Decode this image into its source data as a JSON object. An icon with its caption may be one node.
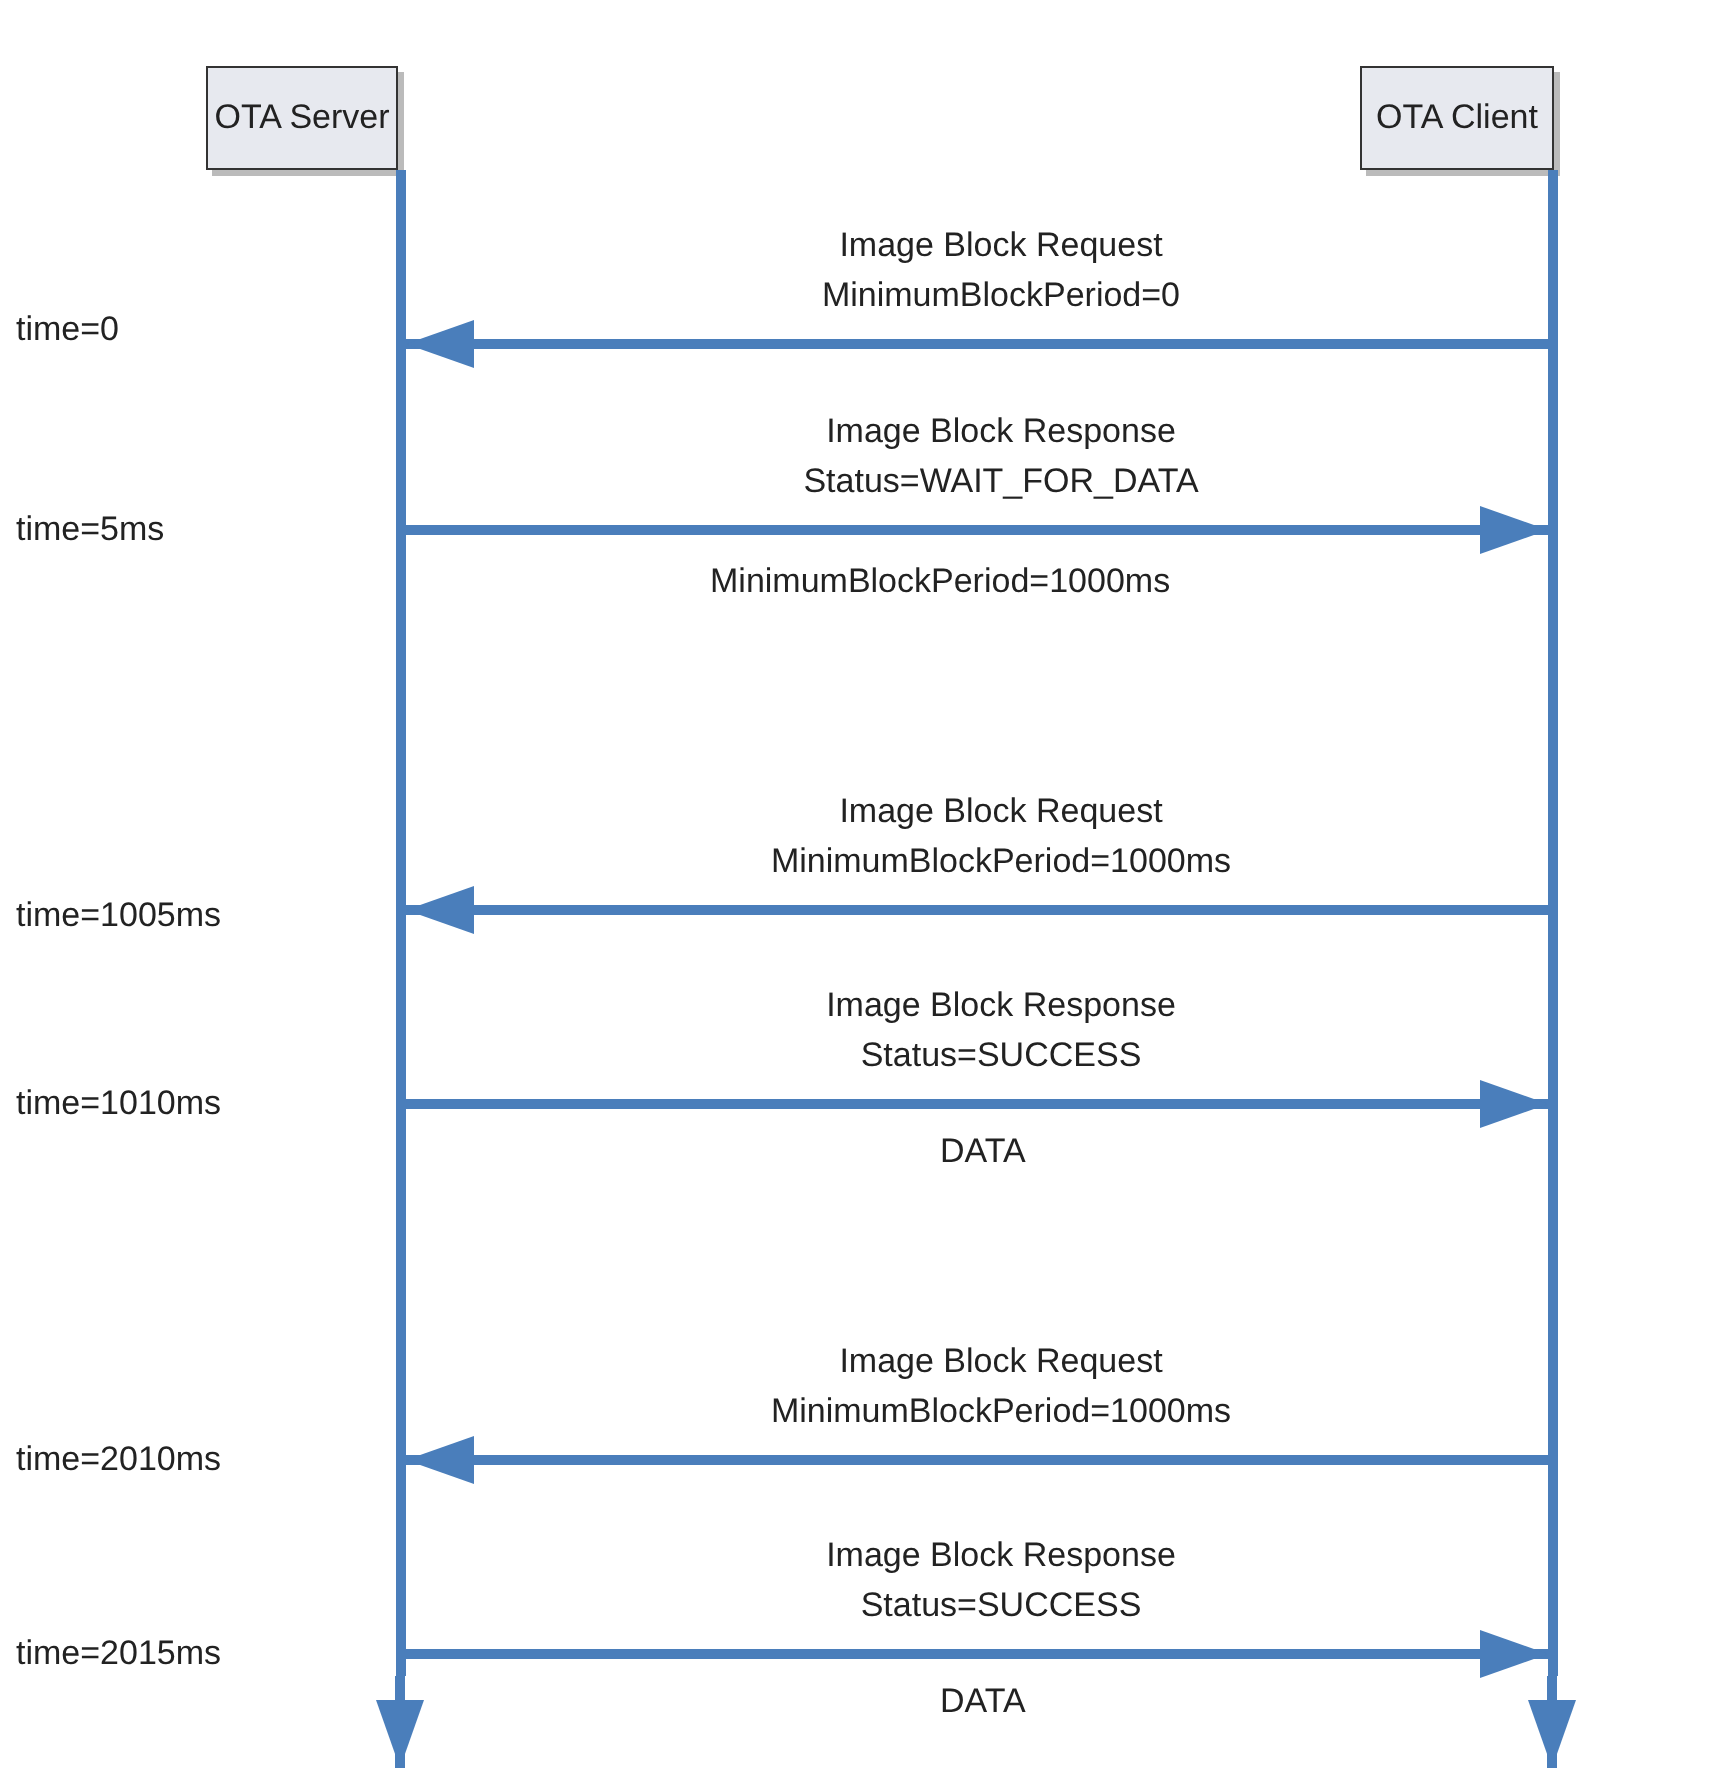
{
  "diagram": {
    "nodes": [
      {
        "text": [
          "OTA Server"
        ]
      },
      {
        "text": [
          "OTA Client"
        ]
      },
      {
        "text": [],
        "shape": "bar"
      },
      {
        "text": [],
        "shape": "bar"
      }
    ],
    "edges": [
      {
        "from": 2,
        "to": null,
        "arrow": "to"
      },
      {
        "from": 3,
        "to": null,
        "arrow": "to"
      },
      {
        "from": 3,
        "to": 2,
        "arrow": "to",
        "label": "Image Block Request MinimumBlockPeriod=0"
      },
      {
        "from": 2,
        "to": 3,
        "arrow": "to",
        "label": "Image Block Response Status=WAIT_FOR_DATA"
      },
      {
        "from": 3,
        "to": 2,
        "arrow": "to",
        "label": "Image Block Request MinimumBlockPeriod=1000ms"
      },
      {
        "from": 2,
        "to": 3,
        "arrow": "to",
        "label": "Image Block Response Status=SUCCESS"
      },
      {
        "from": 3,
        "to": 2,
        "arrow": "to",
        "label": "Image Block Request MinimumBlockPeriod=1000ms"
      },
      {
        "from": 2,
        "to": 3,
        "arrow": "to",
        "label": "Image Block Response Status=SUCCESS"
      }
    ],
    "labels": [
      "time=0",
      "time=5ms",
      "MinimumBlockPeriod=1000ms",
      "time=1005ms",
      "time=1010ms",
      "DATA",
      "time=2010ms",
      "time=2015ms",
      "DATA"
    ]
  }
}
